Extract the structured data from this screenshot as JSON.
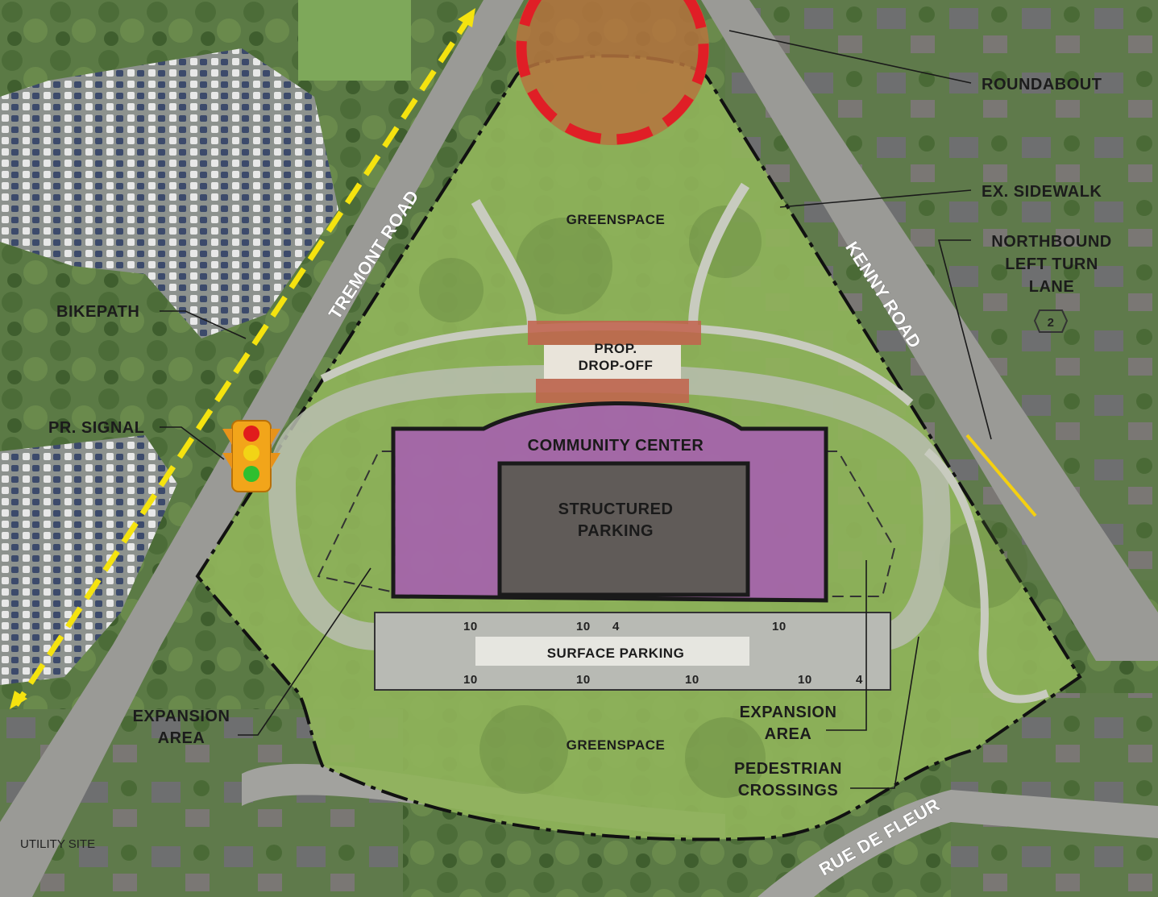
{
  "labels": {
    "roundabout": "ROUNDABOUT",
    "ex_sidewalk": "EX. SIDEWALK",
    "northbound_line1": "NORTHBOUND",
    "northbound_line2": "LEFT TURN",
    "northbound_line3": "LANE",
    "bikepath": "BIKEPATH",
    "pr_signal": "PR. SIGNAL",
    "greenspace_north": "GREENSPACE",
    "greenspace_south": "GREENSPACE",
    "drop_off_line1": "PROP.",
    "drop_off_line2": "DROP-OFF",
    "community_center": "COMMUNITY CENTER",
    "structured_parking_line1": "STRUCTURED",
    "structured_parking_line2": "PARKING",
    "surface_parking": "SURFACE PARKING",
    "expansion_left_line1": "EXPANSION",
    "expansion_left_line2": "AREA",
    "expansion_right_line1": "EXPANSION",
    "expansion_right_line2": "AREA",
    "pedestrian_line1": "PEDESTRIAN",
    "pedestrian_line2": "CROSSINGS",
    "utility_site": "UTILITY SITE"
  },
  "roads": {
    "tremont": "TREMONT ROAD",
    "kenny": "KENNY ROAD",
    "rue_de_fleur": "RUE DE FLEUR"
  },
  "route_shield": "2",
  "parking_counts": [
    "10",
    "10",
    "4",
    "10",
    "10",
    "10",
    "10",
    "10",
    "4"
  ],
  "colors": {
    "site_green": "#8fb35a",
    "community_center": "#a65fb0",
    "structured_parking": "#5a5a52",
    "roundabout_fill": "#b5743e",
    "roundabout_ring": "#e01e26",
    "bikepath": "#f5e30f",
    "drop_off": "#c2624c",
    "road": "#9a9a96"
  }
}
